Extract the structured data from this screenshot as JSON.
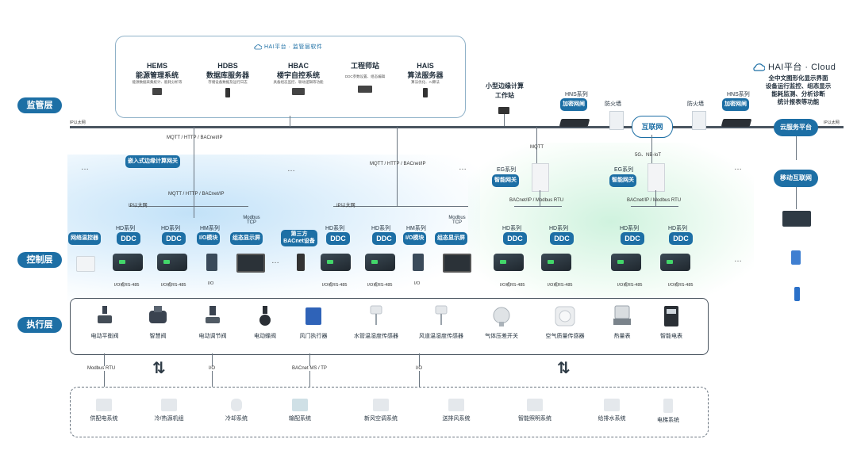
{
  "layers": {
    "monitor": "监管层",
    "control": "控制层",
    "execute": "执行层"
  },
  "top_box": {
    "title": "HAI平台 · 监管层软件",
    "systems": [
      {
        "title_line1": "HEMS",
        "title_line2": "能源管理系统",
        "desc": "能源数据采集统计、能耗分析等"
      },
      {
        "title_line1": "HDBS",
        "title_line2": "数据库服务器",
        "desc": "存储设备数据及运行日志"
      },
      {
        "title_line1": "HBAC",
        "title_line2": "楼宇自控系统",
        "desc": "具备组态监控、联动逻辑等功能"
      },
      {
        "title_line1": "工程师站",
        "title_line2": "",
        "desc": "DDC参数设置、组态编辑"
      },
      {
        "title_line1": "HAIS",
        "title_line2": "算法服务器",
        "desc": "算法优化、AI算法"
      }
    ]
  },
  "edge_workstation": {
    "line1": "小型边缘计算",
    "line2": "工作站"
  },
  "right_platform": {
    "title": "HAI平台 · Cloud",
    "desc": [
      "全中文图形化显示界面",
      "设备运行监控、组态显示",
      "能耗监测、分析诊断",
      "统计报表等功能"
    ]
  },
  "network": {
    "ip_left": "IP以太网",
    "ip_right": "IP以太网",
    "hns1_series": "HNS系列",
    "hns1_tag": "加密网闸",
    "firewall1": "防火墙",
    "internet": "互联网",
    "firewall2": "防火墙",
    "hns2_series": "HNS系列",
    "hns2_tag": "加密网闸",
    "cloud_platform": "云服务平台",
    "mobile_internet": "移动互联网",
    "mqtt": "MQTT",
    "5g": "5G、NB-IoT"
  },
  "protocols": {
    "p1": "MQTT / HTTP / BACnet/IP",
    "p2": "MQTT / HTTP / BACnet/IP",
    "p3": "MQTT / HTTP / BACnet/IP",
    "bac1": "BACnet/IP / Modbus RTU",
    "bac2": "BACnet/IP / Modbus RTU",
    "ip_eth1": "IP以太网",
    "ip_eth2": "IP以太网",
    "modbus_tcp": "Modbus TCP"
  },
  "gateways": {
    "embedded": "嵌入式边缘计算网关",
    "eg1_series": "EG系列",
    "eg1_tag": "智能网关",
    "eg2_series": "EG系列",
    "eg2_tag": "智能网关"
  },
  "control": {
    "thermostat": "网络温控器",
    "third_party_line1": "第三方",
    "third_party_line2": "BACnet设备",
    "hd_series": "HD系列",
    "hm_series": "HM系列",
    "ddc": "DDC",
    "io_module": "I/O模块",
    "config_screen": "组态显示屏",
    "modbus_tcp": "Modbus TCP",
    "io_rs485": "I/O或RS-485",
    "io": "I/O"
  },
  "devices": [
    "电动平衡阀",
    "智慧阀",
    "电动调节阀",
    "电动蝶阀",
    "风门执行器",
    "水管温湿度传感器",
    "风道温湿度传感器",
    "气体压差开关",
    "空气质量传感器",
    "热量表",
    "智能电表"
  ],
  "bottom_links": {
    "modbus_rtu": "Modbus RTU",
    "io1": "I/O",
    "bacnet_ms": "BACnet MS / TP",
    "io2": "I/O"
  },
  "systems": [
    "供配电系统",
    "冷/热源机组",
    "冷却系统",
    "输配系统",
    "新风空调系统",
    "送排风系统",
    "智能照明系统",
    "给排水系统",
    "电梯系统"
  ],
  "ellipsis": "…",
  "colors": {
    "accent": "#1d6fa5",
    "line": "#4a5560",
    "control_bg": "#2b3640",
    "led": "#43d66a"
  },
  "icons": [
    "cloud-icon",
    "controller-icon",
    "valve-icon",
    "sensor-icon",
    "switch-icon",
    "firewall-icon"
  ]
}
